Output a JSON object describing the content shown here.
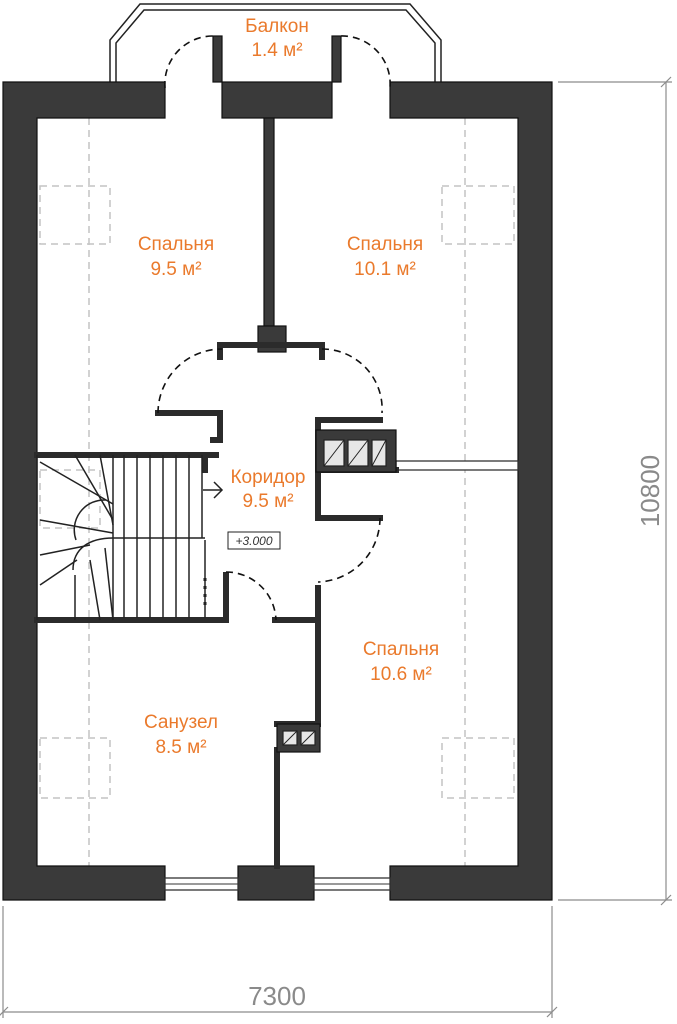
{
  "rooms": {
    "balcony": {
      "name": "Балкон",
      "area": "1.4 м²"
    },
    "bedroom_top_left": {
      "name": "Спальня",
      "area": "9.5 м²"
    },
    "bedroom_top_right": {
      "name": "Спальня",
      "area": "10.1 м²"
    },
    "corridor": {
      "name": "Коридор",
      "area": "9.5 м²"
    },
    "bedroom_bottom_right": {
      "name": "Спальня",
      "area": "10.6 м²"
    },
    "bathroom": {
      "name": "Санузел",
      "area": "8.5 м²"
    }
  },
  "level_mark": "+3.000",
  "dimensions": {
    "width": "7300",
    "height": "10800"
  },
  "colors": {
    "room_label": "#ea7a2c",
    "wall": "#3a3a3a",
    "dimension": "#8a8a8a"
  }
}
